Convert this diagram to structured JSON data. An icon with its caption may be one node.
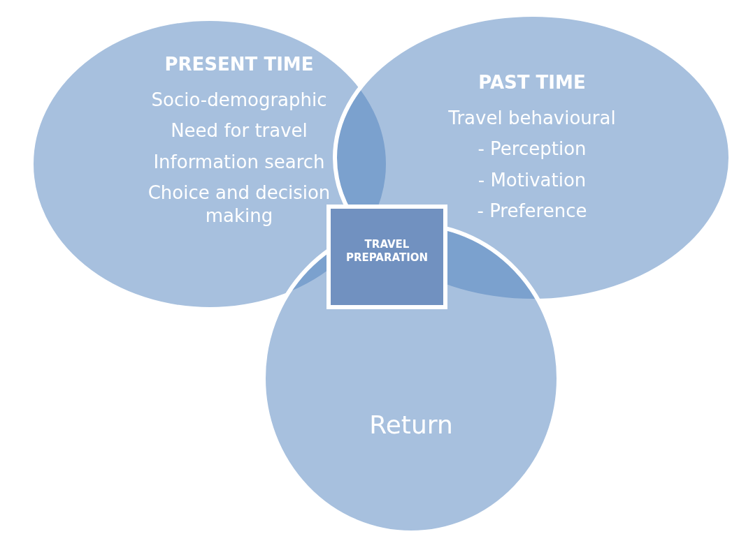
{
  "diagram": {
    "nodes": [
      {
        "text": [
          "PRESENT TIME",
          "Socio-demographic",
          "Need for travel",
          "Information search",
          "Choice and decision making"
        ]
      },
      {
        "text": [
          "PAST TIME",
          "Travel behavioural",
          "- Perception",
          "- Motivation",
          "- Preference"
        ]
      },
      {
        "text": [
          "Return"
        ]
      },
      {
        "text": [
          "TRAVEL PREPARATION"
        ]
      }
    ]
  }
}
